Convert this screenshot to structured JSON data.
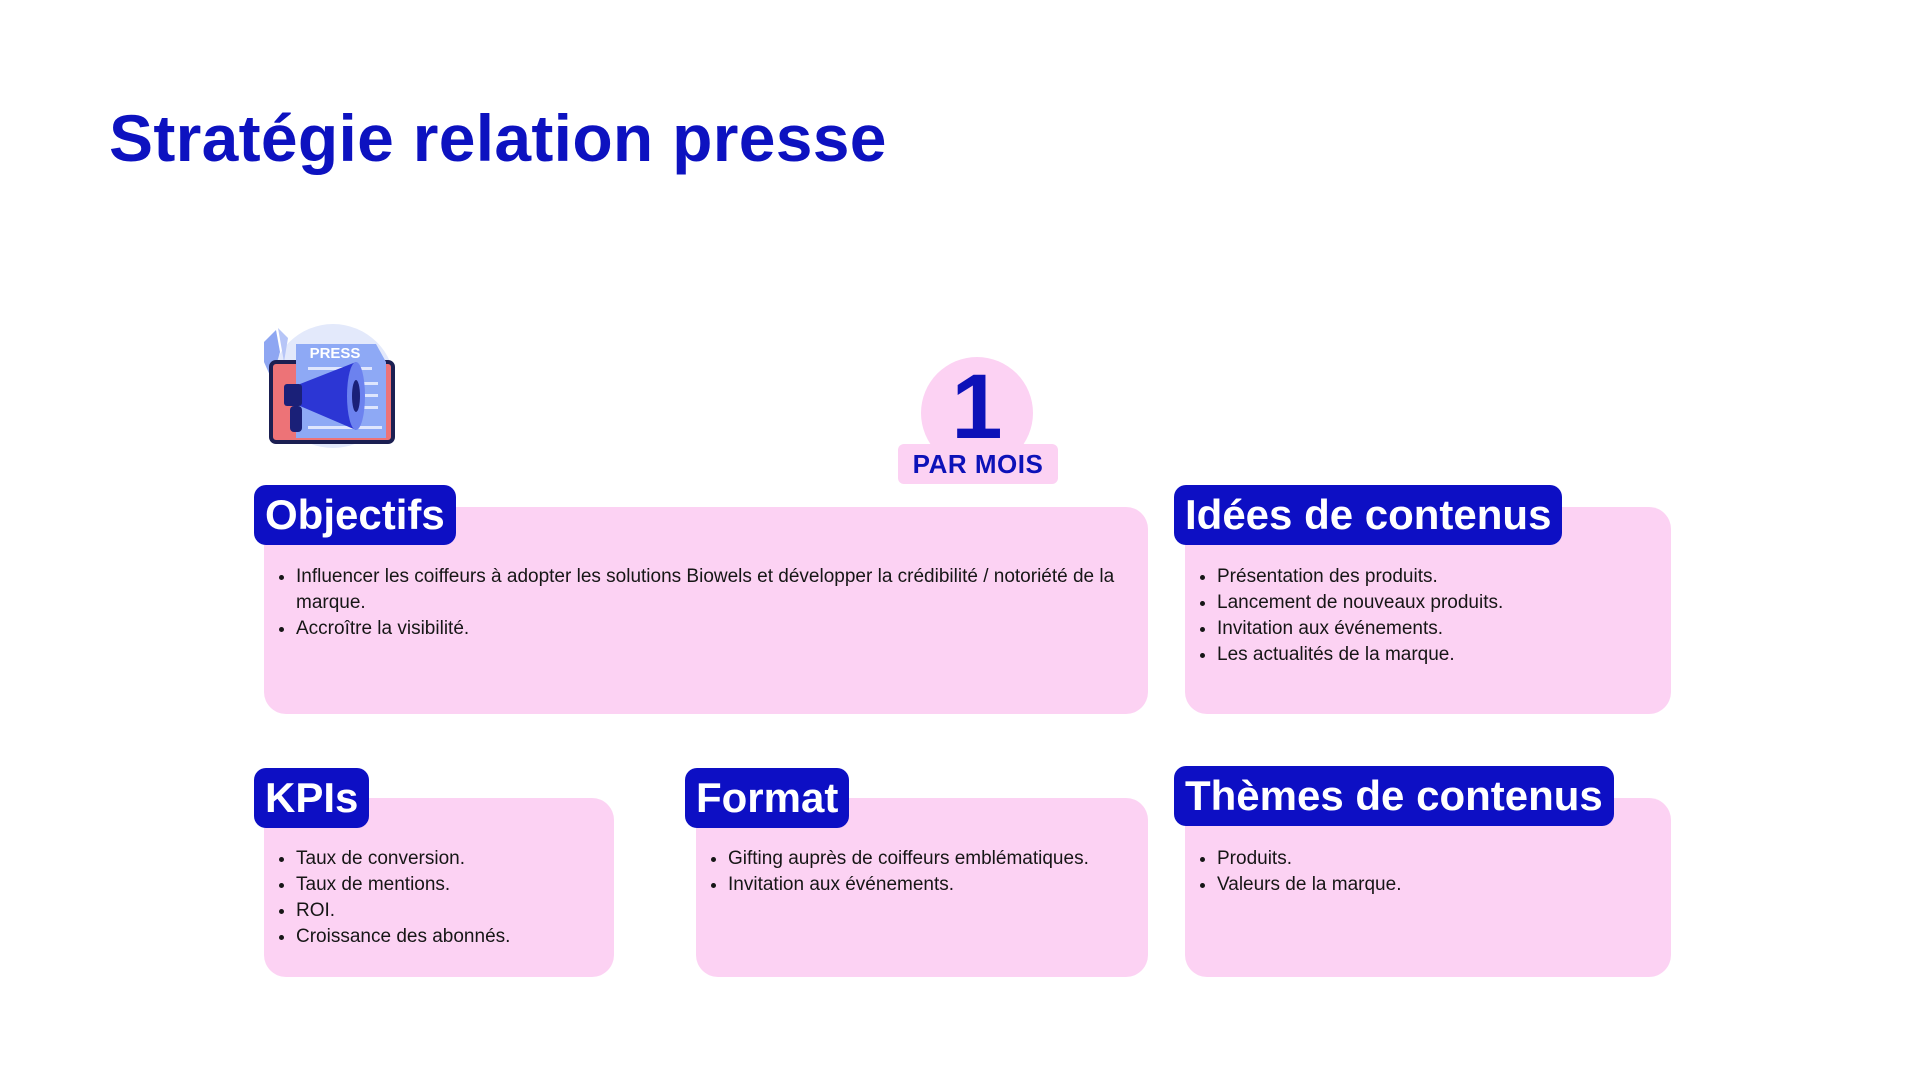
{
  "slide": {
    "title": "Stratégie relation presse"
  },
  "illustration": {
    "icon": "press-megaphone-icon",
    "label": "PRESS"
  },
  "frequency_badge": {
    "number": "1",
    "label": "PAR MOIS"
  },
  "cards": {
    "objectifs": {
      "title": "Objectifs",
      "items": [
        "Influencer les coiffeurs à adopter les solutions Biowels et développer la crédibilité / notoriété de la marque.",
        "Accroître la visibilité."
      ]
    },
    "idees": {
      "title": "Idées de contenus",
      "items": [
        "Présentation des produits.",
        "Lancement de nouveaux produits.",
        "Invitation aux événements.",
        "Les actualités de la marque."
      ]
    },
    "kpis": {
      "title": "KPIs",
      "items": [
        "Taux de conversion.",
        "Taux de mentions.",
        "ROI.",
        "Croissance des abonnés."
      ]
    },
    "format": {
      "title": "Format",
      "items": [
        "Gifting auprès de coiffeurs emblématiques.",
        "Invitation aux événements."
      ]
    },
    "themes": {
      "title": "Thèmes de contenus",
      "items": [
        "Produits.",
        "Valeurs de la marque."
      ]
    }
  },
  "colors": {
    "accent_blue": "#0d0fc4",
    "card_pink": "#fcd2f3",
    "text_dark": "#161616"
  }
}
